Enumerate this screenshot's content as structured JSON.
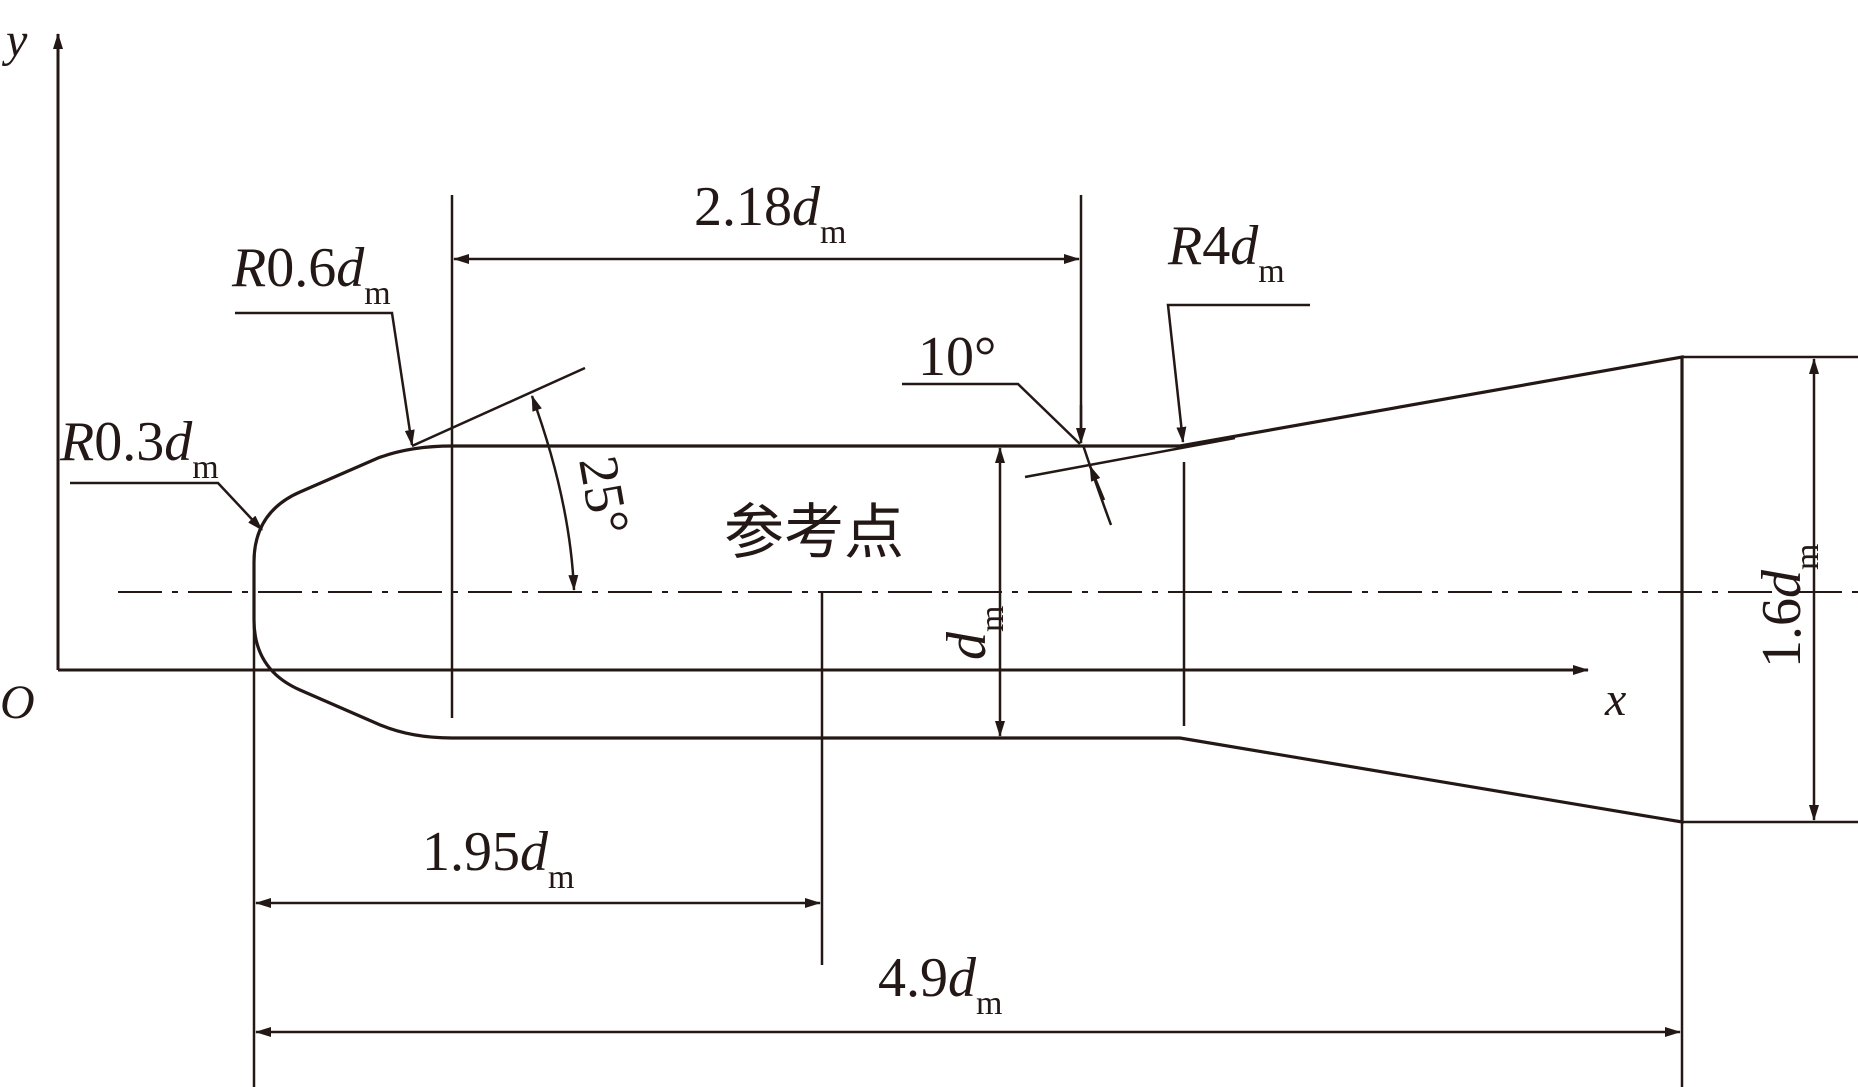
{
  "axes": {
    "x_label": "x",
    "y_label": "y",
    "origin_label": "O"
  },
  "reference_point_label": "参考点",
  "dimensions": {
    "nose_radius": {
      "prefix": "R",
      "value": "0.3",
      "var": "d",
      "sub": "m"
    },
    "shoulder_radius": {
      "prefix": "R",
      "value": "0.6",
      "var": "d",
      "sub": "m"
    },
    "tail_radius": {
      "prefix": "R",
      "value": "4",
      "var": "d",
      "sub": "m"
    },
    "body_length": {
      "value": "2.18",
      "var": "d",
      "sub": "m"
    },
    "ref_point_distance": {
      "value": "1.95",
      "var": "d",
      "sub": "m"
    },
    "total_length": {
      "value": "4.9",
      "var": "d",
      "sub": "m"
    },
    "body_diameter": {
      "value": "",
      "var": "d",
      "sub": "m"
    },
    "tail_diameter": {
      "value": "1.6",
      "var": "d",
      "sub": "m"
    },
    "nose_angle": "25°",
    "tail_angle": "10°"
  },
  "colors": {
    "ink": "#231815",
    "background": "#ffffff"
  }
}
